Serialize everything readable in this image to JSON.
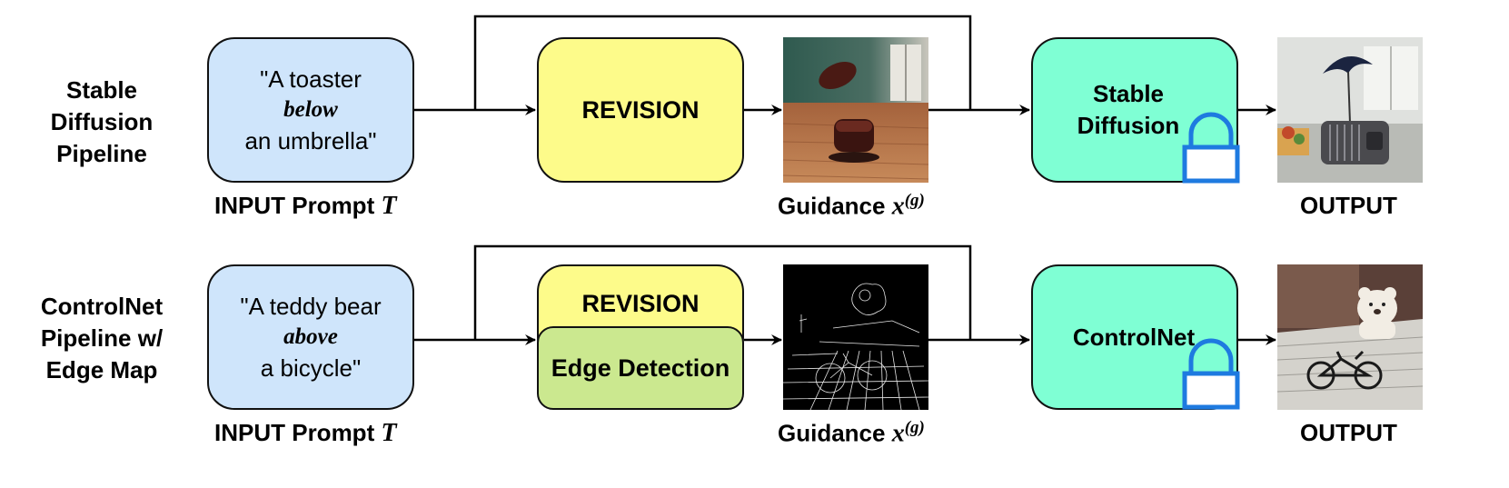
{
  "rows": [
    {
      "label_lines": [
        "Stable",
        "Diffusion",
        "Pipeline"
      ],
      "prompt_lines": [
        "\"A toaster",
        "below",
        "an umbrella\""
      ],
      "input_caption": "INPUT Prompt",
      "input_symbol": "T",
      "revision_label": "REVISION",
      "guidance_caption": "Guidance",
      "guidance_symbol": "x",
      "guidance_superscript": "(g)",
      "model_lines": [
        "Stable",
        "Diffusion"
      ],
      "output_caption": "OUTPUT"
    },
    {
      "label_lines": [
        "ControlNet",
        "Pipeline w/",
        "Edge Map"
      ],
      "prompt_lines": [
        "\"A teddy bear",
        "above",
        "a bicycle\""
      ],
      "input_caption": "INPUT Prompt",
      "input_symbol": "T",
      "revision_label": "REVISION",
      "edge_label": "Edge Detection",
      "guidance_caption": "Guidance",
      "guidance_symbol": "x",
      "guidance_superscript": "(g)",
      "model_lines": [
        "ControlNet"
      ],
      "output_caption": "OUTPUT"
    }
  ],
  "colors": {
    "prompt_fill": "#cfe5fb",
    "revision_fill": "#fdfb8a",
    "edge_fill": "#cbe88f",
    "model_fill": "#7fffd4",
    "lock": "#1e7ae0"
  },
  "icons": [
    "lock-icon"
  ]
}
